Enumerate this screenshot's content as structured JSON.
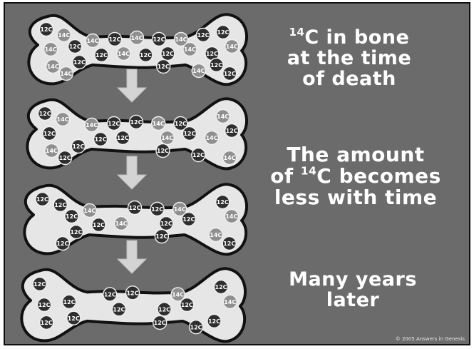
{
  "captions": {
    "time_of_death": {
      "line1_sup": "14",
      "line1_text": "C in bone",
      "line2": "at the time",
      "line3": "of death"
    },
    "decay": {
      "line1": "The amount",
      "line2_prefix": "of ",
      "line2_sup": "14",
      "line2_text": "C becomes",
      "line3": "less with time"
    },
    "later": {
      "line1": "Many years",
      "line2": "later"
    }
  },
  "copyright": "© 2005 Answers in Genesis",
  "atom_labels": {
    "stable": "12C",
    "radioactive": "14C"
  },
  "colors": {
    "background": "#6b6b6b",
    "bone_fill": "#e6e6e6",
    "bone_outline": "#111111",
    "atom_stable": "#2e2e2e",
    "atom_radioactive": "#8f8f8f",
    "arrow": "#d4d4d4",
    "caption": "#ffffff"
  },
  "bones": [
    {
      "name": "bone-time-of-death",
      "atoms": [
        "12C",
        "14C",
        "14C",
        "12C",
        "14C",
        "12C",
        "14C",
        "12C",
        "14C",
        "12C",
        "12C",
        "14C",
        "12C",
        "14C",
        "12C",
        "12C",
        "14C",
        "12C",
        "12C",
        "14C",
        "14C",
        "12C",
        "14C",
        "12C",
        "12C"
      ]
    },
    {
      "name": "bone-stage-2",
      "atoms": [
        "12C",
        "14C",
        "12C",
        "14C",
        "12C",
        "12C",
        "14C",
        "12C",
        "14C",
        "12C",
        "14C",
        "12C",
        "14C",
        "12C",
        "12C",
        "12C",
        "14C",
        "12C",
        "12C",
        "14C",
        "12C"
      ]
    },
    {
      "name": "bone-stage-3",
      "atoms": [
        "12C",
        "12C",
        "12C",
        "14C",
        "12C",
        "12C",
        "14C",
        "12C",
        "14C",
        "12C",
        "12C",
        "14C",
        "12C",
        "12C",
        "12C",
        "14C",
        "12C",
        "12C"
      ]
    },
    {
      "name": "bone-many-years-later",
      "atoms": [
        "12C",
        "12C",
        "12C",
        "12C",
        "12C",
        "14C",
        "12C",
        "14C",
        "12C",
        "12C",
        "12C",
        "12C",
        "12C",
        "12C",
        "12C",
        "12C"
      ]
    }
  ]
}
